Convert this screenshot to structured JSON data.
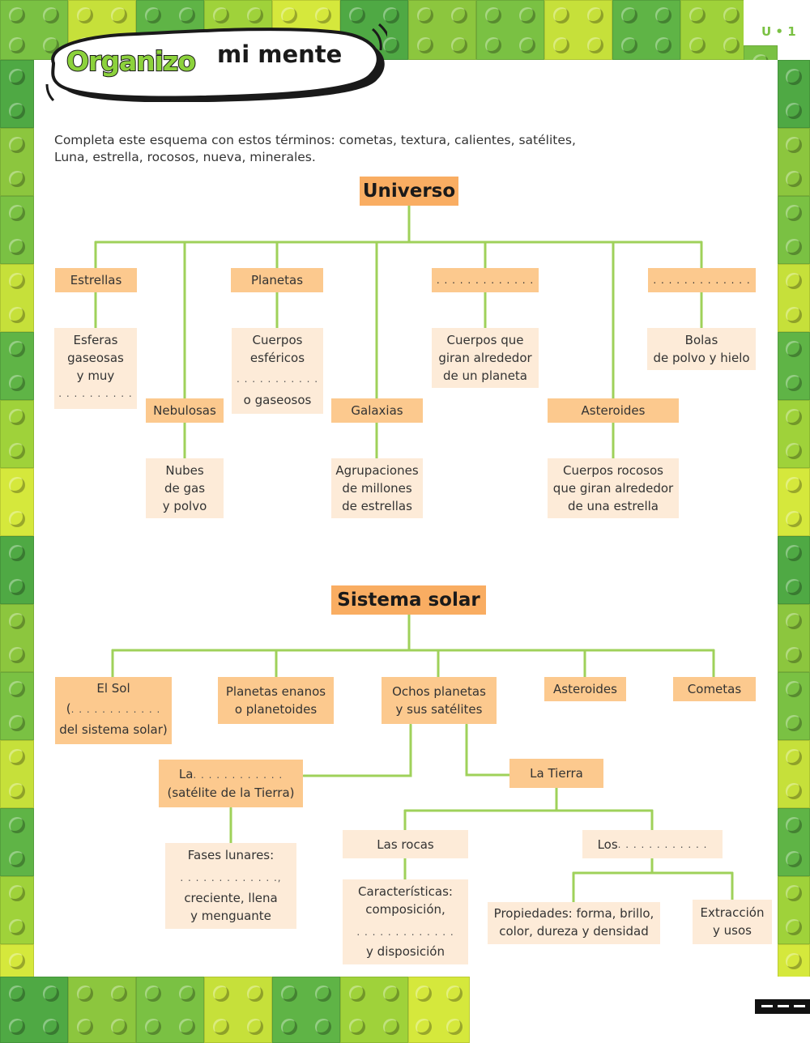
{
  "header": {
    "title_part1": "Organizo",
    "title_part2": "mi mente",
    "unit": "U • 1"
  },
  "instructions": "Completa este esquema con estos términos: cometas, textura, calientes, satélites, Luna, estrella, rocosos, nueva, minerales.",
  "universe": {
    "root": "Universo",
    "estrellas": {
      "label": "Estrellas",
      "desc": [
        "Esferas",
        "gaseosas",
        "y muy"
      ],
      "blank": ". . . . . . . . . ."
    },
    "nebulosas": {
      "label": "Nebulosas",
      "desc": [
        "Nubes",
        "de gas",
        "y polvo"
      ]
    },
    "planetas": {
      "label": "Planetas",
      "desc_top": [
        "Cuerpos",
        "esféricos"
      ],
      "blank": ". . . . . . . . . . .",
      "desc_bottom": "o gaseosos"
    },
    "galaxias": {
      "label": "Galaxias",
      "desc": [
        "Agrupaciones",
        "de millones",
        "de estrellas"
      ]
    },
    "satelites_blank": {
      "label": ". . . . . . . . . . . . .",
      "desc": [
        "Cuerpos que",
        "giran alrededor",
        "de un planeta"
      ]
    },
    "asteroides": {
      "label": "Asteroides",
      "desc": [
        "Cuerpos rocosos",
        "que giran alrededor",
        "de una estrella"
      ]
    },
    "cometas_blank": {
      "label": ". . . . . . . . . . . . .",
      "desc": [
        "Bolas",
        "de polvo y hielo"
      ]
    }
  },
  "solar_system": {
    "root": "Sistema solar",
    "sol": {
      "line1": "El Sol",
      "line2_prefix": "(",
      "blank": ". . . . . . . . . . . .",
      "line3": "del sistema solar)"
    },
    "enanos": [
      "Planetas enanos",
      "o planetoides"
    ],
    "ocho": [
      "Ochos planetas",
      "y sus satélites"
    ],
    "asteroides": "Asteroides",
    "cometas": "Cometas",
    "luna": {
      "prefix": "La",
      "blank": ". . . . . . . . . . . .",
      "line2": "(satélite de la Tierra)"
    },
    "fases": {
      "line1": "Fases lunares:",
      "blank": ". . . . . . . . . . . . .,",
      "line3": "creciente, llena",
      "line4": "y menguante"
    },
    "tierra": "La Tierra",
    "rocas": "Las rocas",
    "caracteristicas": {
      "line1": "Características:",
      "line2": "composición,",
      "blank": ". . . . . . . . . . . . .",
      "line4": "y disposición"
    },
    "los": {
      "prefix": "Los",
      "blank": ". . . . . . . . . . . ."
    },
    "propiedades": [
      "Propiedades: forma, brillo,",
      "color, dureza y densidad"
    ],
    "extraccion": [
      "Extracción",
      "y usos"
    ]
  },
  "colors": {
    "lego_green": "#7ac143",
    "lego_lime": "#c6e03a",
    "box_orange": "#fcc98e",
    "box_light": "#fdebd8",
    "head_orange": "#f9ad62",
    "connector": "#9fd15a"
  }
}
